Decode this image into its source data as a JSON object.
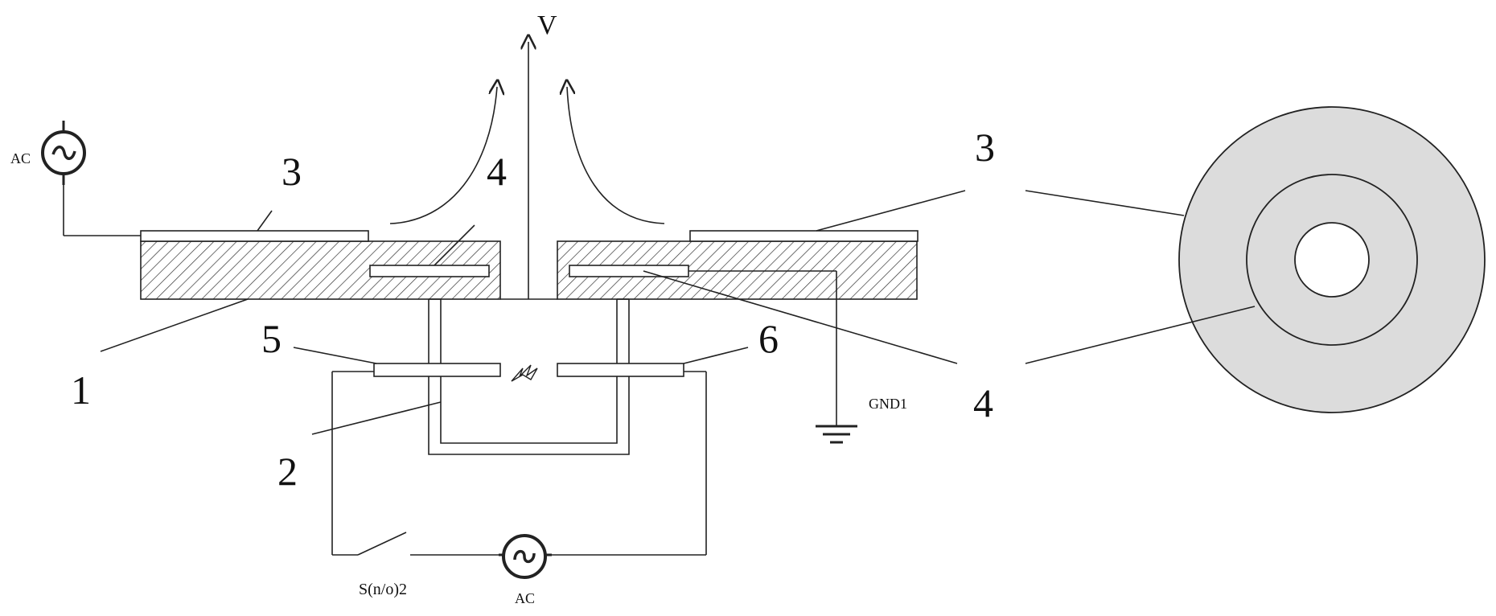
{
  "labels": {
    "ac_top": "AC",
    "ac_bottom": "AC",
    "v": "V",
    "gnd": "GND1",
    "switch": "S(n/o)2",
    "n3_left": "3",
    "n4_center": "4",
    "n3_right": "3",
    "n1": "1",
    "n5": "5",
    "n6": "6",
    "n4_right": "4",
    "n2": "2"
  },
  "colors": {
    "ring_fill": "#dcdcdc",
    "line": "#222222",
    "background": "#ffffff"
  }
}
